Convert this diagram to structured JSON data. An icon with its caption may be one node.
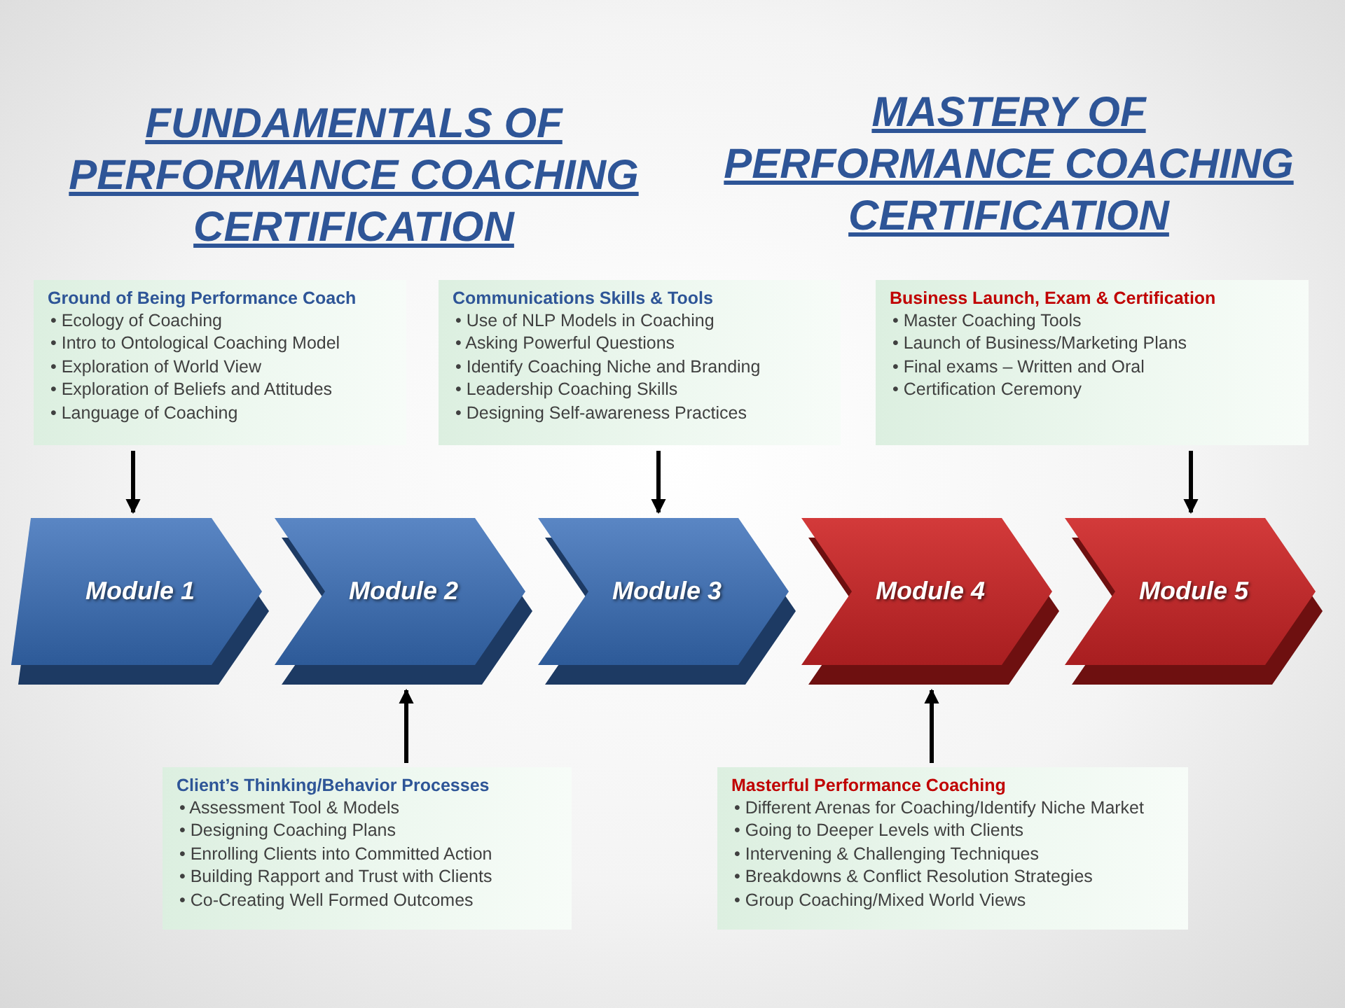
{
  "diagram": {
    "nodes": [
      {
        "text": [
          "Ground of Being Performance Coach",
          "• Ecology of Coaching",
          "• Intro to Ontological Coaching Model",
          "• Exploration of World View",
          "• Exploration of Beliefs and Attitudes",
          "• Language of Coaching"
        ]
      },
      {
        "text": [
          "Communications Skills & Tools",
          "• Use of NLP Models in Coaching",
          "• Asking Powerful Questions",
          "• Identify Coaching Niche and Branding",
          "• Leadership Coaching Skills",
          "• Designing Self-awareness Practices"
        ]
      },
      {
        "text": [
          "Business Launch, Exam & Certification",
          "• Master Coaching Tools",
          "• Launch of Business/Marketing Plans",
          "• Final exams – Written and Oral",
          "• Certification Ceremony"
        ]
      },
      {
        "text": [
          "Module 1"
        ]
      },
      {
        "text": [
          "Module 2"
        ]
      },
      {
        "text": [
          "Module 3"
        ]
      },
      {
        "text": [
          "Module 4"
        ]
      },
      {
        "text": [
          "Module 5"
        ]
      },
      {
        "text": [
          "Client’s Thinking/Behavior Processes",
          "• Assessment Tool & Models",
          "• Designing Coaching Plans",
          "• Enrolling Clients into Committed Action",
          "• Building Rapport and Trust with Clients",
          "• Co-Creating Well Formed Outcomes"
        ]
      },
      {
        "text": [
          "Masterful Performance Coaching",
          "• Different Arenas for Coaching/Identify Niche Market",
          "• Going to Deeper Levels with Clients",
          "• Intervening & Challenging Techniques",
          "• Breakdowns & Conflict Resolution Strategies",
          "• Group Coaching/Mixed World Views"
        ]
      }
    ],
    "edges": [
      {
        "from": 0,
        "to": 3,
        "arrow": "to"
      },
      {
        "from": 1,
        "to": 5,
        "arrow": "to"
      },
      {
        "from": 2,
        "to": 7,
        "arrow": "to"
      },
      {
        "from": 8,
        "to": 4,
        "arrow": "to"
      },
      {
        "from": 9,
        "to": 6,
        "arrow": "to"
      }
    ],
    "labels": [
      "FUNDAMENTALS OF PERFORMANCE COACHING CERTIFICATION",
      "MASTERY OF PERFORMANCE COACHING CERTIFICATION"
    ]
  }
}
